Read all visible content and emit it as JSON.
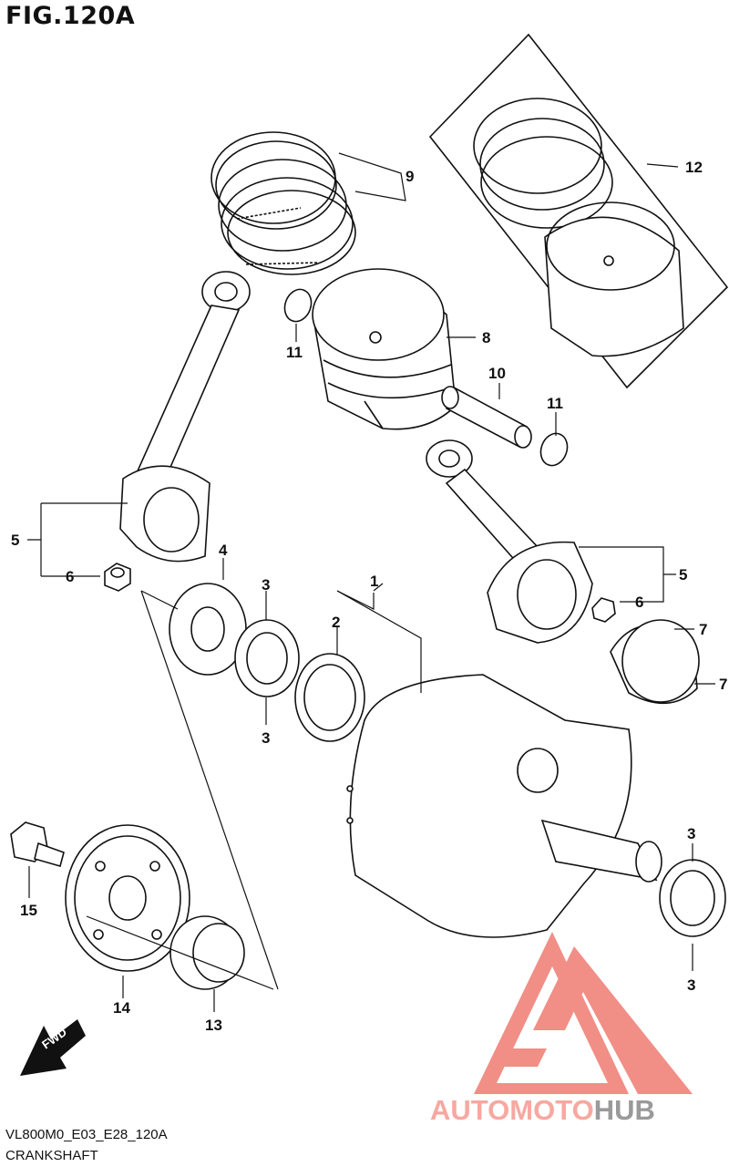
{
  "figure": {
    "title": "FIG.120A",
    "code": "VL800M0_E03_E28_120A",
    "name": "CRANKSHAFT"
  },
  "callouts": {
    "c1": "1",
    "c2": "2",
    "c3a": "3",
    "c3b": "3",
    "c3c": "3",
    "c3d": "3",
    "c4": "4",
    "c5a": "5",
    "c5b": "5",
    "c6a": "6",
    "c6b": "6",
    "c7a": "7",
    "c7b": "7",
    "c8": "8",
    "c9": "9",
    "c10": "10",
    "c11a": "11",
    "c11b": "11",
    "c12": "12",
    "c13": "13",
    "c14": "14",
    "c15": "15"
  },
  "direction_badge": "FWD",
  "watermark": {
    "part1": "AUTOMOTO",
    "part2": "HUB",
    "color_part1": "#f7a8a0",
    "color_part2": "#9a9a9a",
    "logo_color": "#ef6f66"
  }
}
